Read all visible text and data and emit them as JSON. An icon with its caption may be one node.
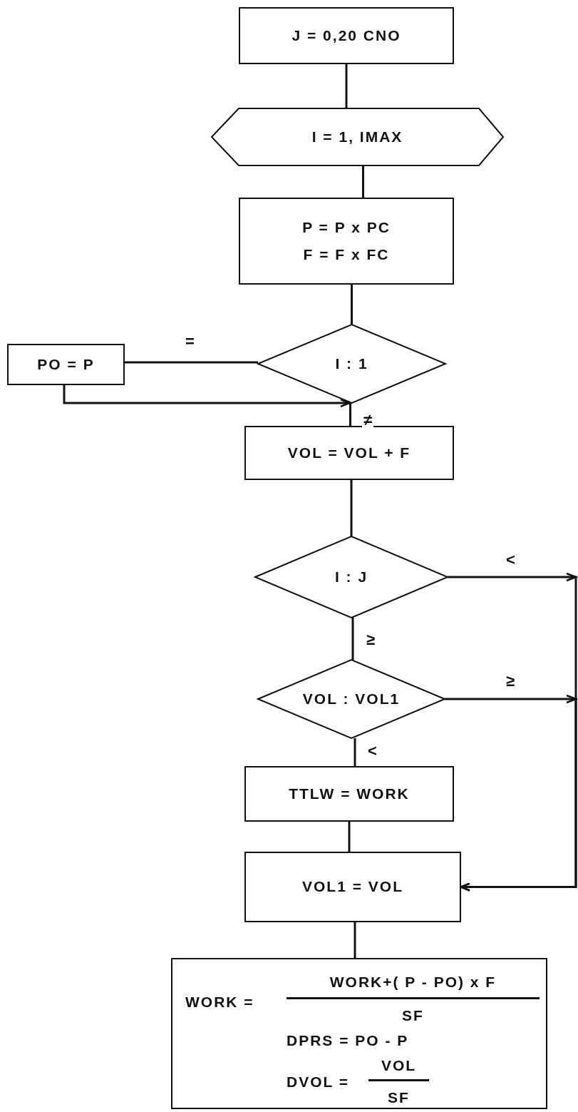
{
  "diagram": {
    "nodes": [
      {
        "text": [
          "J = 0,20 CNO"
        ]
      },
      {
        "text": [
          "I = 1, IMAX"
        ]
      },
      {
        "text": [
          "P = P x PC",
          "F = F x FC"
        ]
      },
      {
        "text": [
          "I : 1"
        ]
      },
      {
        "text": [
          "PO = P"
        ]
      },
      {
        "text": [
          "VOL = VOL + F"
        ]
      },
      {
        "text": [
          "I : J"
        ]
      },
      {
        "text": [
          "VOL : VOL1"
        ]
      },
      {
        "text": [
          "TTLW = WORK"
        ]
      },
      {
        "text": [
          "VOL1 = VOL"
        ]
      },
      {
        "text": [
          "WORK =",
          "WORK+( P - PO) x F",
          "SF",
          "DPRS = PO - P",
          "DVOL =",
          "VOL",
          "SF"
        ]
      }
    ],
    "edges": [
      {
        "from": 0,
        "to": 1,
        "arrow": "none"
      },
      {
        "from": 1,
        "to": 2,
        "arrow": "none"
      },
      {
        "from": 2,
        "to": 3,
        "arrow": "none"
      },
      {
        "from": 3,
        "to": 4,
        "label": "=",
        "arrow": "none"
      },
      {
        "from": 4,
        "to": 5,
        "arrow": "to"
      },
      {
        "from": 3,
        "to": 5,
        "label": "≠",
        "arrow": "none"
      },
      {
        "from": 5,
        "to": 6,
        "arrow": "none"
      },
      {
        "from": 6,
        "to": 9,
        "label": "<",
        "arrow": "to"
      },
      {
        "from": 6,
        "to": 7,
        "label": "≥",
        "arrow": "none"
      },
      {
        "from": 7,
        "to": 9,
        "label": "≥",
        "arrow": "to"
      },
      {
        "from": 7,
        "to": 8,
        "label": "<",
        "arrow": "none"
      },
      {
        "from": 8,
        "to": 9,
        "arrow": "none"
      },
      {
        "from": 9,
        "to": 10,
        "arrow": "none"
      }
    ]
  }
}
